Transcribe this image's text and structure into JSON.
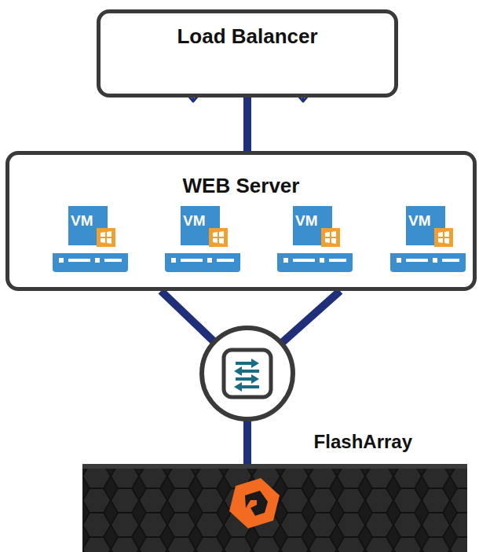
{
  "diagram": {
    "nodes": [
      {
        "text": [
          "Load Balancer"
        ]
      },
      {
        "text": [
          "WEB Server"
        ]
      },
      {
        "text": [
          "VM"
        ],
        "in": 1
      },
      {
        "text": [
          "VM"
        ],
        "in": 1
      },
      {
        "text": [
          "VM"
        ],
        "in": 1
      },
      {
        "text": [
          "VM"
        ],
        "in": 1
      },
      {
        "text": [
          "FlashArray"
        ]
      }
    ],
    "edges": [
      {
        "from": 0,
        "to": 1,
        "arrow": "none"
      },
      {
        "from": 1,
        "to": 6,
        "arrow": "none"
      }
    ]
  }
}
